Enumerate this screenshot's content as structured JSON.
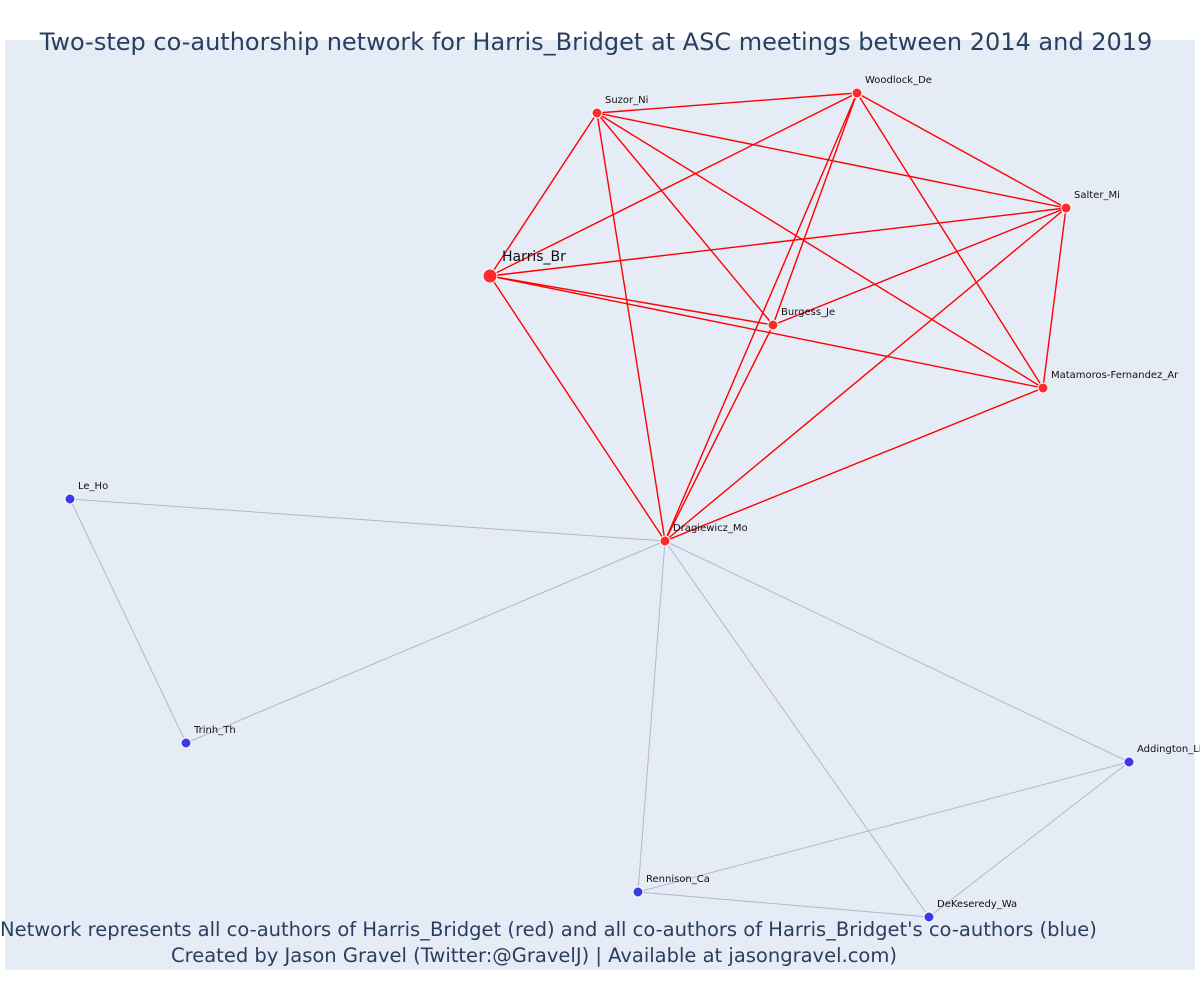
{
  "title": "Two-step co-authorship network for Harris_Bridget at ASC meetings between 2014 and 2019",
  "captions": {
    "line1": "Network represents all co-authors of Harris_Bridget (red) and all co-authors of Harris_Bridget's co-authors (blue)",
    "line2": "Created by Jason Gravel (Twitter:@GravelJ) | Available at jasongravel.com)"
  },
  "colors": {
    "red_node": "#ff2a2a",
    "blue_node": "#3a3ae8",
    "red_edge": "#ff0000",
    "grey_edge": "#b4b7cc",
    "background": "#e5ecf6",
    "text": "#2a3f5f"
  },
  "nodes": [
    {
      "id": "Harris_Br",
      "label": "Harris_Br",
      "group": "red",
      "focal": true
    },
    {
      "id": "Suzor_Ni",
      "label": "Suzor_Ni",
      "group": "red"
    },
    {
      "id": "Woodlock_De",
      "label": "Woodlock_De",
      "group": "red"
    },
    {
      "id": "Salter_Mi",
      "label": "Salter_Mi",
      "group": "red"
    },
    {
      "id": "Burgess_Je",
      "label": "Burgess_Je",
      "group": "red"
    },
    {
      "id": "Matamoros-Fernandez_Ar",
      "label": "Matamoros-Fernandez_Ar",
      "group": "red"
    },
    {
      "id": "Dragiewicz_Mo",
      "label": "Dragiewicz_Mo",
      "group": "red"
    },
    {
      "id": "Le_Ho",
      "label": "Le_Ho",
      "group": "blue"
    },
    {
      "id": "Trinh_Th",
      "label": "Trinh_Th",
      "group": "blue"
    },
    {
      "id": "Addington_Li",
      "label": "Addington_Li",
      "group": "blue"
    },
    {
      "id": "Rennison_Ca",
      "label": "Rennison_Ca",
      "group": "blue"
    },
    {
      "id": "DeKeseredy_Wa",
      "label": "DeKeseredy_Wa",
      "group": "blue"
    }
  ],
  "edges": [
    {
      "source": "Harris_Br",
      "target": "Suzor_Ni",
      "type": "red"
    },
    {
      "source": "Harris_Br",
      "target": "Woodlock_De",
      "type": "red"
    },
    {
      "source": "Harris_Br",
      "target": "Salter_Mi",
      "type": "red"
    },
    {
      "source": "Harris_Br",
      "target": "Burgess_Je",
      "type": "red"
    },
    {
      "source": "Harris_Br",
      "target": "Matamoros-Fernandez_Ar",
      "type": "red"
    },
    {
      "source": "Harris_Br",
      "target": "Dragiewicz_Mo",
      "type": "red"
    },
    {
      "source": "Suzor_Ni",
      "target": "Woodlock_De",
      "type": "red"
    },
    {
      "source": "Suzor_Ni",
      "target": "Salter_Mi",
      "type": "red"
    },
    {
      "source": "Suzor_Ni",
      "target": "Burgess_Je",
      "type": "red"
    },
    {
      "source": "Suzor_Ni",
      "target": "Matamoros-Fernandez_Ar",
      "type": "red"
    },
    {
      "source": "Suzor_Ni",
      "target": "Dragiewicz_Mo",
      "type": "red"
    },
    {
      "source": "Woodlock_De",
      "target": "Salter_Mi",
      "type": "red"
    },
    {
      "source": "Woodlock_De",
      "target": "Burgess_Je",
      "type": "red"
    },
    {
      "source": "Woodlock_De",
      "target": "Matamoros-Fernandez_Ar",
      "type": "red"
    },
    {
      "source": "Woodlock_De",
      "target": "Dragiewicz_Mo",
      "type": "red"
    },
    {
      "source": "Salter_Mi",
      "target": "Burgess_Je",
      "type": "red"
    },
    {
      "source": "Salter_Mi",
      "target": "Matamoros-Fernandez_Ar",
      "type": "red"
    },
    {
      "source": "Salter_Mi",
      "target": "Dragiewicz_Mo",
      "type": "red"
    },
    {
      "source": "Burgess_Je",
      "target": "Dragiewicz_Mo",
      "type": "red"
    },
    {
      "source": "Matamoros-Fernandez_Ar",
      "target": "Dragiewicz_Mo",
      "type": "red"
    },
    {
      "source": "Dragiewicz_Mo",
      "target": "Le_Ho",
      "type": "grey"
    },
    {
      "source": "Dragiewicz_Mo",
      "target": "Trinh_Th",
      "type": "grey"
    },
    {
      "source": "Dragiewicz_Mo",
      "target": "Addington_Li",
      "type": "grey"
    },
    {
      "source": "Dragiewicz_Mo",
      "target": "Rennison_Ca",
      "type": "grey"
    },
    {
      "source": "Dragiewicz_Mo",
      "target": "DeKeseredy_Wa",
      "type": "grey"
    },
    {
      "source": "Le_Ho",
      "target": "Trinh_Th",
      "type": "grey"
    },
    {
      "source": "Addington_Li",
      "target": "Rennison_Ca",
      "type": "grey"
    },
    {
      "source": "Addington_Li",
      "target": "DeKeseredy_Wa",
      "type": "grey"
    },
    {
      "source": "Rennison_Ca",
      "target": "DeKeseredy_Wa",
      "type": "grey"
    }
  ]
}
